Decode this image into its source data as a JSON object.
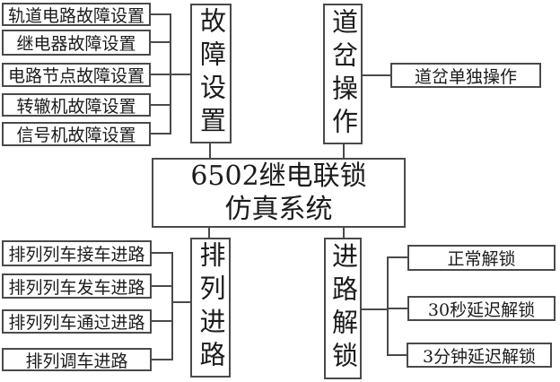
{
  "diagram": {
    "title": "6502 relay interlocking simulation system block diagram",
    "center": {
      "line1": "6502继电联锁",
      "line2": "仿真系统"
    },
    "fault_group": {
      "label": "故障设置",
      "items": [
        "轨道电路故障设置",
        "继电器故障设置",
        "电路节点故障设置",
        "转辙机故障设置",
        "信号机故障设置"
      ]
    },
    "switch_group": {
      "label": "道岔操作",
      "items": [
        "道岔单独操作"
      ]
    },
    "route_group": {
      "label": "排列进路",
      "items": [
        "排列列车接车进路",
        "排列列车发车进路",
        "排列列车通过进路",
        "排列调车进路"
      ]
    },
    "unlock_group": {
      "label": "进路解锁",
      "items": [
        "正常解锁",
        "30秒延迟解锁",
        "3分钟延迟解锁"
      ]
    },
    "colors": {
      "line": "#4a4a4a",
      "box_border": "#4a4a4a",
      "text": "#1b1b1b",
      "background": "#ffffff"
    }
  }
}
